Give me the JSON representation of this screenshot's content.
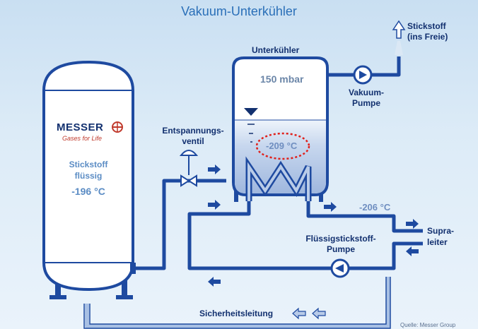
{
  "title": "Vakuum-Unterkühler",
  "colors": {
    "pipe": "#1e4aa0",
    "pipe_light": "#a8c0e4",
    "arrow": "#1e4aa0",
    "tank_fill": "#ffffff",
    "nitrogen_liquid": "#b8cbe8",
    "highlight_circle": "#e0201b",
    "brand_red": "#c0392b"
  },
  "storage_tank": {
    "brand": "MESSER",
    "slogan": "Gases for Life",
    "medium_line1": "Stickstoff",
    "medium_line2": "flüssig",
    "temperature": "-196 °C"
  },
  "subcooler": {
    "label": "Unterkühler",
    "pressure": "150 mbar",
    "temperature": "-209 °C"
  },
  "valve": {
    "line1": "Entspannungs-",
    "line2": "ventil"
  },
  "vacuum_pump": {
    "line1": "Vakuum-",
    "line2": "Pumpe"
  },
  "exhaust": {
    "line1": "Stickstoff",
    "line2": "(ins Freie)"
  },
  "outlet_temperature": "-206 °C",
  "superconductor": {
    "line1": "Supra-",
    "line2": "leiter"
  },
  "ln2_pump": {
    "line1": "Flüssigstickstoff-",
    "line2": "Pumpe"
  },
  "safety_line": "Sicherheitsleitung",
  "source": "Quelle: Messer Group"
}
